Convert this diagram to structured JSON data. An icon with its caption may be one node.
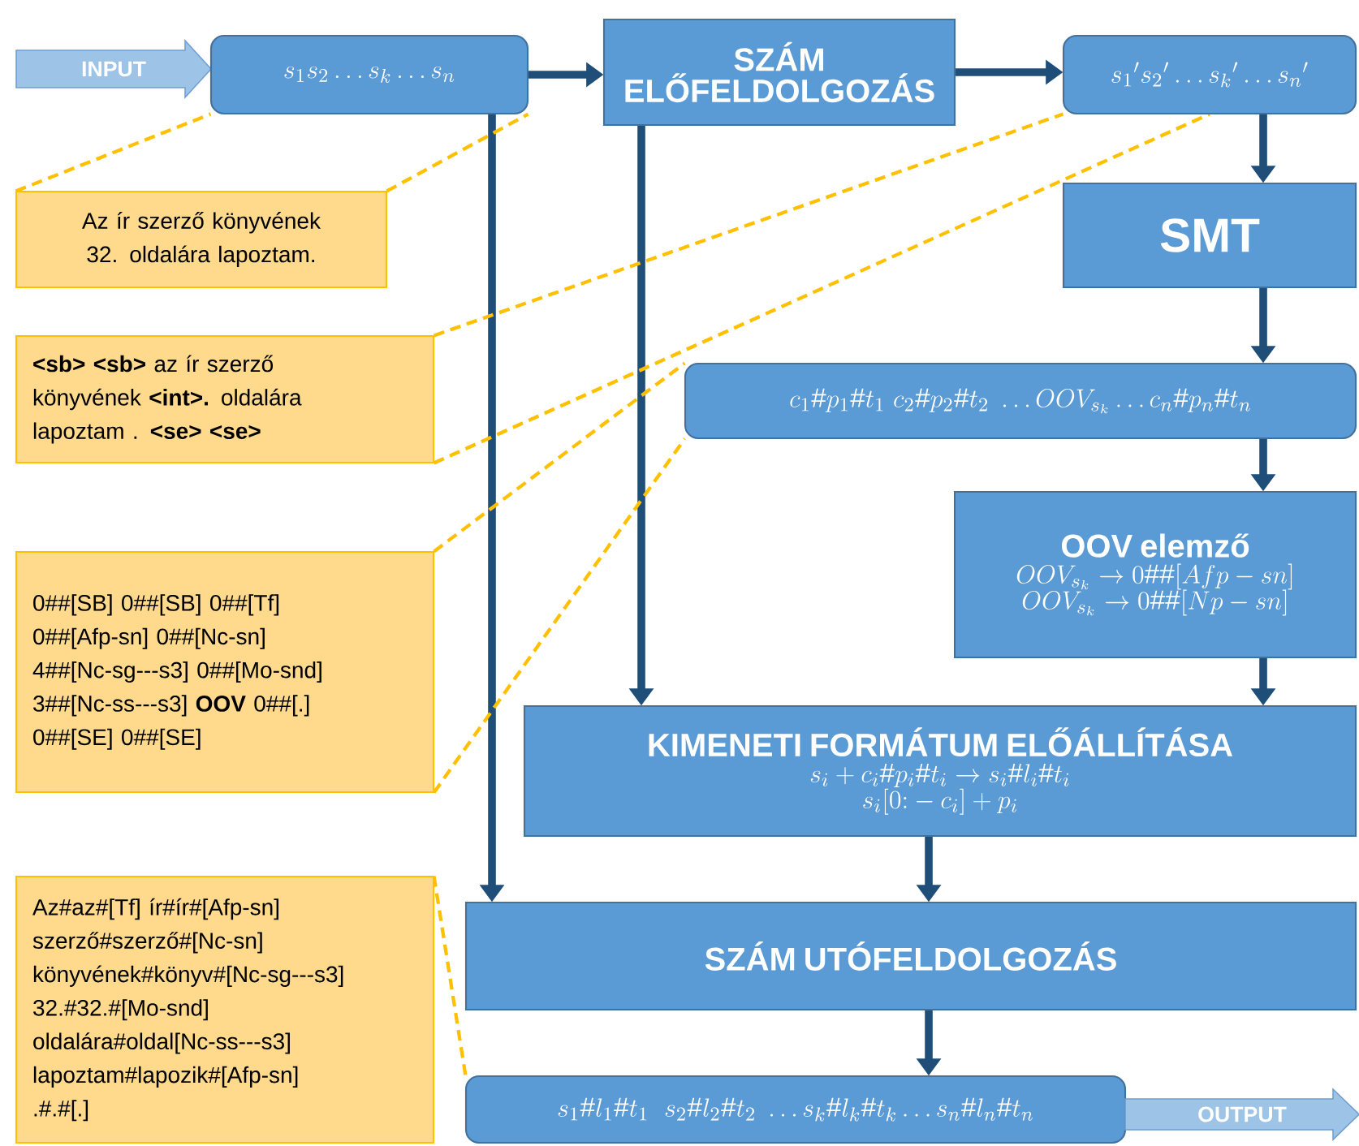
{
  "diagram": {
    "nodes": [
      {
        "text": [
          "INPUT"
        ]
      },
      {
        "text": [
          "s_1 s_2 \\dots s_k \\dots s_n"
        ]
      },
      {
        "text": [
          "SZÁM ELŐFELDOLGOZÁS"
        ]
      },
      {
        "text": [
          "{s_1}'{s_2}' \\dots {s_k}' \\dots {s_n}'"
        ]
      },
      {
        "text": [
          "SMT"
        ]
      },
      {
        "text": [
          "c_1\\#p_1\\#t_1\\ c_2\\#p_2\\#t_2\\ \\dots OOV_{s_k} \\dots c_n\\#p_n\\#t_n"
        ]
      },
      {
        "text": [
          "OOV elemző",
          "OOV_{s_k} \\rightarrow 0\\#\\#[Afp-sn]",
          "OOV_{s_k} \\rightarrow 0\\#\\#[Np-sn]"
        ]
      },
      {
        "text": [
          "KIMENETI FORMÁTUM ELŐÁLLÍTÁSA",
          "s_i + c_i\\#p_i\\#t_i \\rightarrow s_i\\#l_i\\#t_i",
          "s_i[0{:}-c_i]+p_i"
        ]
      },
      {
        "text": [
          "SZÁM UTÓFELDOLGOZÁS"
        ]
      },
      {
        "text": [
          "s_1\\#l_1\\#t_1\\ \\ s_2\\#l_2\\#t_2\\ \\dots s_k\\#l_k\\#t_k \\dots s_n\\#l_n\\#t_n"
        ]
      },
      {
        "text": [
          "OUTPUT"
        ]
      },
      {
        "text": [
          "Az ír szerző könyvének 32. oldalára lapoztam."
        ]
      },
      {
        "text": [
          "**<sb> <sb>** az ír szerző könyvének **<int>.** oldalára lapoztam . **<se> <se>**"
        ]
      },
      {
        "text": [
          "0##[SB] 0##[SB] 0##[Tf] 0##[Afp-sn] 0##[Nc-sn] 4##[Nc-sg---s3] 0##[Mo-snd] 3##[Nc-ss---s3] **OOV** 0##[.] 0##[SE] 0##[SE]"
        ]
      },
      {
        "text": [
          "Az#az#[Tf] ír#ír#[Afp-sn] szerző#szerző#[Nc-sn] könyvének#könyv#[Nc-sg---s3] 32.#32.#[Mo-snd] oldalára#oldal[Nc-ss---s3] lapoztam#lapozik#[Afp-sn] .#.#[.]"
        ]
      }
    ],
    "edges": [
      {
        "from": 1,
        "to": 2,
        "arrow": "to"
      },
      {
        "from": 2,
        "to": 3,
        "arrow": "to"
      },
      {
        "from": 3,
        "to": 4,
        "arrow": "to"
      },
      {
        "from": 4,
        "to": 5,
        "arrow": "to"
      },
      {
        "from": 5,
        "to": 6,
        "arrow": "to"
      },
      {
        "from": 6,
        "to": 7,
        "arrow": "to"
      },
      {
        "from": 7,
        "to": 8,
        "arrow": "to"
      },
      {
        "from": 8,
        "to": 9,
        "arrow": "to"
      },
      {
        "from": 2,
        "to": 7,
        "arrow": "to"
      },
      {
        "from": 1,
        "to": 8,
        "arrow": "to"
      },
      {
        "from": 11,
        "to": 1,
        "arrow": "none",
        "style": "dashed",
        "color": "#ffc000"
      },
      {
        "from": 12,
        "to": 3,
        "arrow": "none",
        "style": "dashed",
        "color": "#ffc000"
      },
      {
        "from": 13,
        "to": 5,
        "arrow": "none",
        "style": "dashed",
        "color": "#ffc000"
      },
      {
        "from": 14,
        "to": 9,
        "arrow": "none",
        "style": "dashed",
        "color": "#ffc000"
      }
    ]
  }
}
